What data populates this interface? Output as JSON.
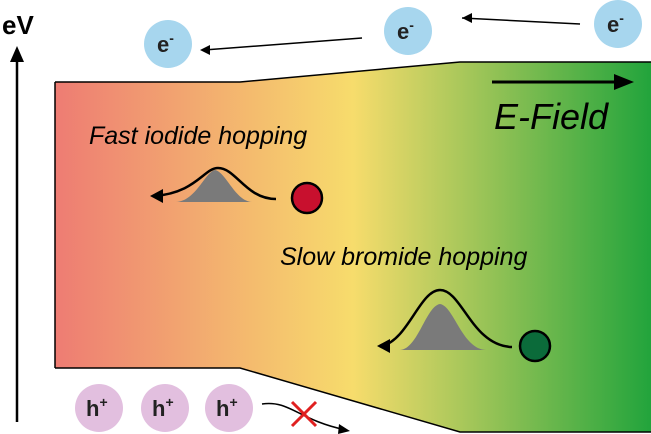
{
  "axis": {
    "label": "eV"
  },
  "efield": {
    "label": "E-Field"
  },
  "labels": {
    "fast": "Fast iodide hopping",
    "slow": "Slow bromide hopping"
  },
  "carriers": {
    "electron_base": "e",
    "electron_sup": "-",
    "hole_base": "h",
    "hole_sup": "+",
    "electrons": 3,
    "holes": 3
  },
  "colors": {
    "gradient_left": "#ee7c73",
    "gradient_mid": "#f7dc6c",
    "gradient_right": "#22a43c",
    "electron_fill": "#a7d6ee",
    "hole_fill": "#e2bfdf",
    "iodide_ion": "#c8102e",
    "bromide_ion": "#0b6b3a",
    "peak_fill": "#7a7a7a",
    "blocked_x": "#e02020"
  }
}
